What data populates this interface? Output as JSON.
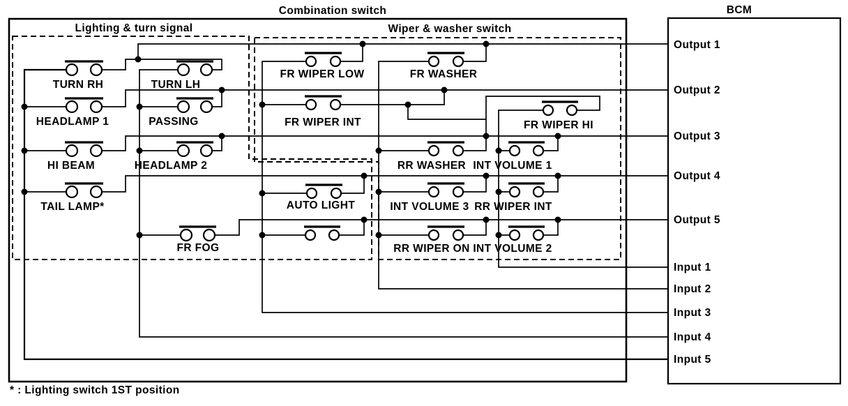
{
  "title": "Combination switch",
  "sections": {
    "lighting": "Lighting & turn signal",
    "wiper": "Wiper & washer switch"
  },
  "bcm": {
    "label": "BCM",
    "outputs": [
      "Output 1",
      "Output 2",
      "Output 3",
      "Output 4",
      "Output 5"
    ],
    "inputs": [
      "Input 1",
      "Input 2",
      "Input 3",
      "Input 4",
      "Input 5"
    ]
  },
  "switches": {
    "turn_rh": "TURN RH",
    "turn_lh": "TURN LH",
    "headlamp_1": "HEADLAMP 1",
    "passing": "PASSING",
    "hi_beam": "HI BEAM",
    "headlamp_2": "HEADLAMP 2",
    "tail_lamp": "TAIL LAMP*",
    "fr_fog": "FR FOG",
    "fr_wiper_low": "FR WIPER LOW",
    "fr_washer": "FR WASHER",
    "fr_wiper_int": "FR WIPER INT",
    "fr_wiper_hi": "FR WIPER HI",
    "auto_light": "AUTO LIGHT",
    "rr_washer": "RR WASHER",
    "int_volume_1": "INT VOLUME 1",
    "int_volume_3": "INT VOLUME 3",
    "rr_wiper_int": "RR WIPER INT",
    "rr_wiper_on": "RR WIPER ON",
    "int_volume_2": "INT VOLUME 2"
  },
  "footnote": "* : Lighting switch 1ST position",
  "colors": {
    "line": "#000000",
    "background": "#ffffff"
  }
}
